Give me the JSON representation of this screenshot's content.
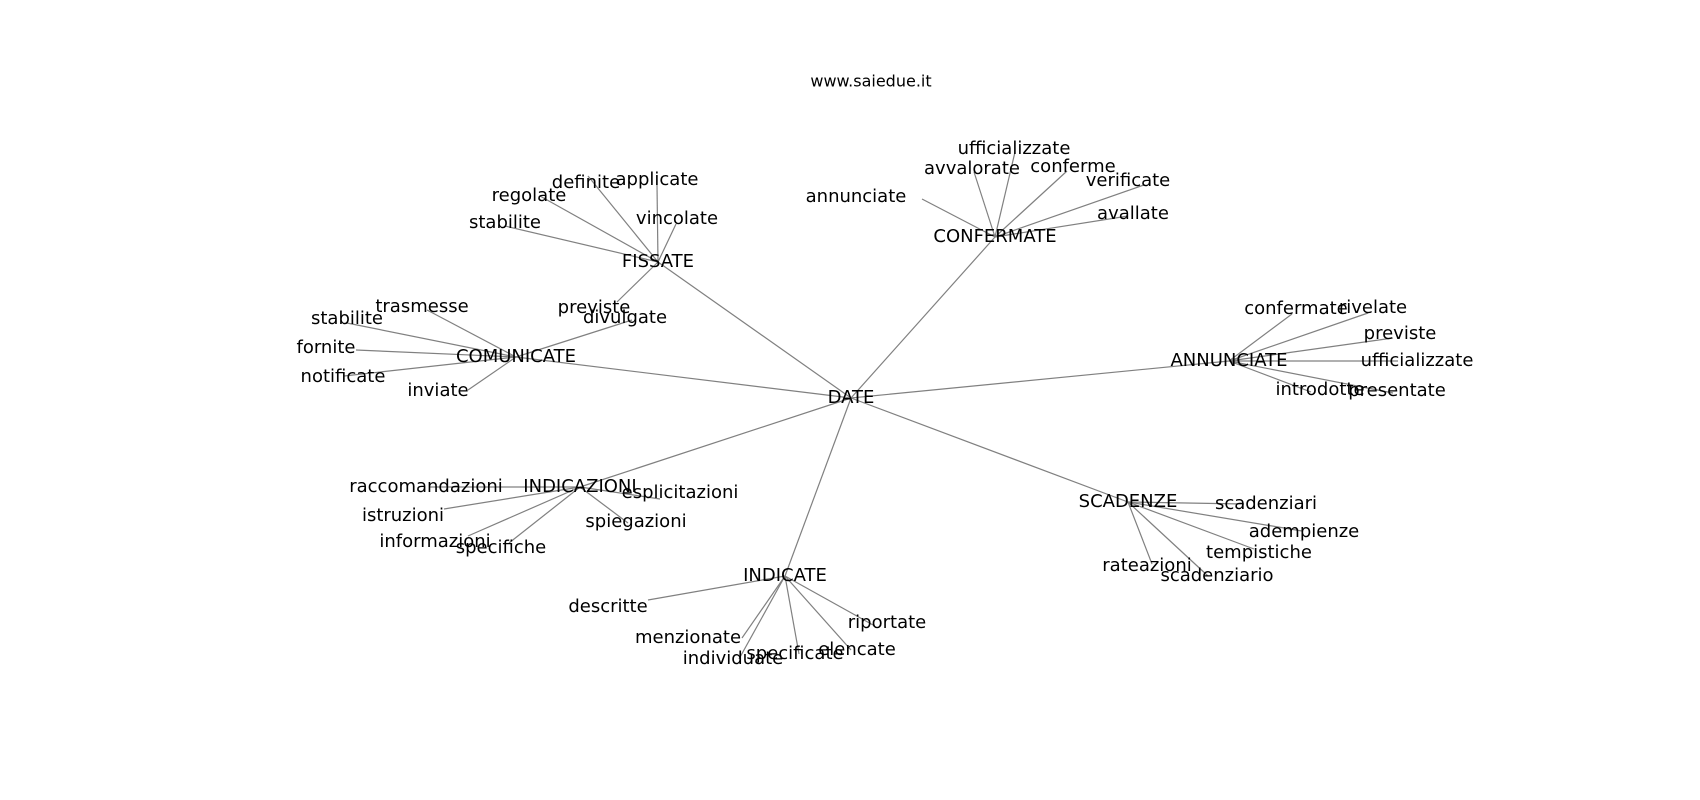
{
  "title": "www.saiedue.it",
  "edge_color": "#808080",
  "text_color": "#000000",
  "center": "DATE",
  "hubs": [
    {
      "label": "FISSATE",
      "leaves": [
        "applicate",
        "definite",
        "regolate",
        "stabilite",
        "vincolate",
        "previste"
      ]
    },
    {
      "label": "CONFERMATE",
      "leaves": [
        "ufficializzate",
        "avvalorate",
        "conferme",
        "verificate",
        "annunciate",
        "avallate"
      ]
    },
    {
      "label": "COMUNICATE",
      "leaves": [
        "trasmesse",
        "stabilite",
        "fornite",
        "notificate",
        "inviate",
        "divulgate"
      ]
    },
    {
      "label": "ANNUNCIATE",
      "leaves": [
        "confermate",
        "rivelate",
        "previste",
        "ufficializzate",
        "introdotte",
        "presentate"
      ]
    },
    {
      "label": "INDICAZIONI",
      "leaves": [
        "raccomandazioni",
        "istruzioni",
        "informazioni",
        "specifiche",
        "esplicitazioni",
        "spiegazioni"
      ]
    },
    {
      "label": "SCADENZE",
      "leaves": [
        "scadenziari",
        "adempienze",
        "tempistiche",
        "rateazioni",
        "scadenziario"
      ]
    },
    {
      "label": "INDICATE",
      "leaves": [
        "descritte",
        "menzionate",
        "individuate",
        "specificate",
        "elencate",
        "riportate"
      ]
    }
  ]
}
